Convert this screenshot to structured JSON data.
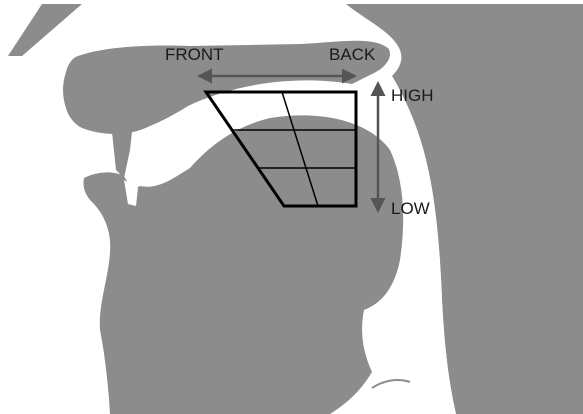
{
  "labels": {
    "front": "FRONT",
    "back": "BACK",
    "high": "HIGH",
    "low": "LOW"
  },
  "colors": {
    "anatomy": "#8c8c8c",
    "outline": "#000000",
    "arrow": "#555555",
    "background": "#ffffff"
  }
}
